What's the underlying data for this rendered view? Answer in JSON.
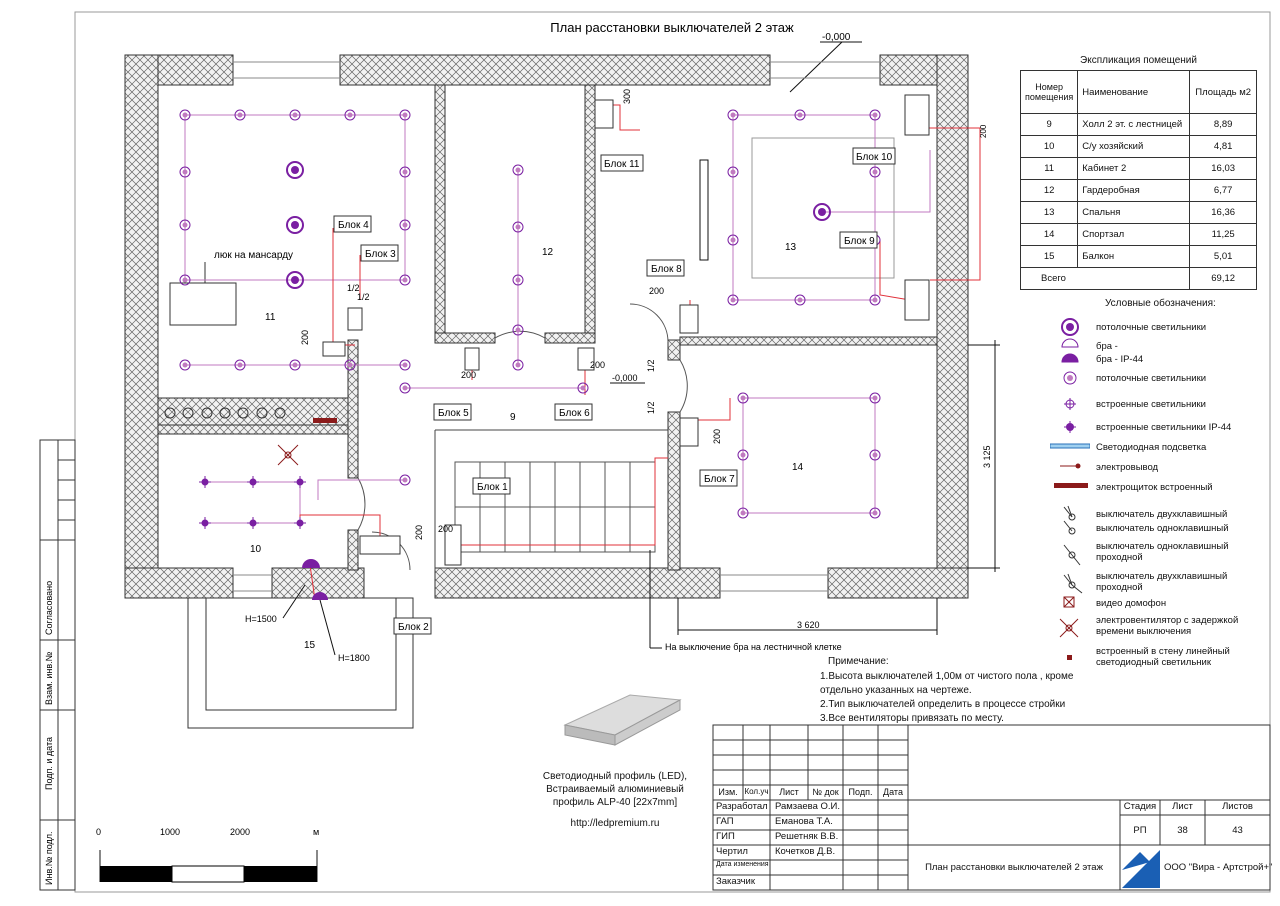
{
  "title": "План расстановки выключателей 2 этаж",
  "level_mark": "-0,000",
  "level_mark2": "-0,000",
  "rooms": {
    "r9": "9",
    "r10": "10",
    "r11": "11",
    "r12": "12",
    "r13": "13",
    "r14": "14",
    "r15": "15"
  },
  "blocks": [
    "Блок 1",
    "Блок 2",
    "Блок 3",
    "Блок 4",
    "Блок 5",
    "Блок 6",
    "Блок 7",
    "Блок 8",
    "Блок 9",
    "Блок 10",
    "Блок 11"
  ],
  "plan_labels": {
    "attic_hatch": "люк на мансарду",
    "h1500": "H=1500",
    "h1800": "H=1800",
    "sconce_note": "На выключение бра на лестничной клетке",
    "dim_3125": "3 125",
    "dim_3620": "3 620",
    "d200a": "200",
    "d200b": "200",
    "d200c": "200",
    "d200d": "200",
    "d200e": "200",
    "d200f": "200",
    "d200g": "200",
    "d300": "300",
    "half_a": "1/2",
    "half_b": "1/2",
    "half_c": "1/2",
    "half_d": "1/2"
  },
  "explication": {
    "title": "Экспликация помещений",
    "headers": [
      "Номер помещения",
      "Наименование",
      "Площадь м2"
    ],
    "rows": [
      {
        "num": "9",
        "name": "Холл 2 эт. с лестницей",
        "area": "8,89"
      },
      {
        "num": "10",
        "name": "С/у хозяйский",
        "area": "4,81"
      },
      {
        "num": "11",
        "name": "Кабинет 2",
        "area": "16,03"
      },
      {
        "num": "12",
        "name": "Гардеробная",
        "area": "6,77"
      },
      {
        "num": "13",
        "name": "Спальня",
        "area": "16,36"
      },
      {
        "num": "14",
        "name": "Спортзал",
        "area": "11,25"
      },
      {
        "num": "15",
        "name": "Балкон",
        "area": "5,01"
      }
    ],
    "total_label": "Всего",
    "total_value": "69,12"
  },
  "legend": {
    "title": "Условные обозначения:",
    "items": [
      {
        "icon": "ceiling-light-large-icon",
        "label": "потолочные светильники"
      },
      {
        "icon": "sconce-icon",
        "label": "бра -"
      },
      {
        "icon": "sconce-ip44-icon",
        "label": "бра -  IP-44"
      },
      {
        "icon": "ceiling-light-icon",
        "label": "потолочные светильники"
      },
      {
        "icon": "recessed-light-icon",
        "label": "встроенные светильники"
      },
      {
        "icon": "recessed-light-ip44-icon",
        "label": "встроенные светильники IP-44"
      },
      {
        "icon": "led-strip-icon",
        "label": "Светодиодная подсветка"
      },
      {
        "icon": "power-outlet-icon",
        "label": "электровывод"
      },
      {
        "icon": "panel-icon",
        "label": "электрощиток встроенный"
      },
      {
        "icon": "switch-double-icon",
        "label": "выключатель двухклавишный"
      },
      {
        "icon": "switch-single-icon",
        "label": "выключатель  одноклавишный"
      },
      {
        "icon": "switch-single-pass-icon",
        "label": "выключатель  одноклавишный проходной"
      },
      {
        "icon": "switch-double-pass-icon",
        "label": "выключатель  двухклавишный проходной"
      },
      {
        "icon": "intercom-icon",
        "label": "видео домофон"
      },
      {
        "icon": "fan-icon",
        "label": "электровентилятор с задержкой времени выключения"
      },
      {
        "icon": "wall-led-icon",
        "label": "встроенный в стену линейный светодиодный светильник"
      }
    ]
  },
  "notes": {
    "title": "Примечание:",
    "lines": [
      "1.Высота выключателей 1,00м от   чистого пола , кроме",
      "отдельно указанных на чертеже.",
      "2.Тип выключателей определить в процессе стройки",
      "3.Все вентиляторы привязать по месту."
    ]
  },
  "profile": {
    "lines": [
      "Светодиодный профиль (LED),",
      "Встраиваемый алюминиевый",
      "профиль ALP-40 [22x7mm]"
    ],
    "url": "http://ledpremium.ru"
  },
  "scale": {
    "s0": "0",
    "s1": "1000",
    "s2": "2000",
    "unit": "м"
  },
  "side_stamp": [
    "Инв.№ подл.",
    "Подп. и дата",
    "Взам. инв.№",
    "Согласовано"
  ],
  "title_block": {
    "col_headers": [
      "Изм.",
      "Кол.уч",
      "Лист",
      "№ док",
      "Подп.",
      "Дата"
    ],
    "roles": [
      {
        "role": "Разработал",
        "name": "Рамзаева О.И."
      },
      {
        "role": "ГАП",
        "name": "Еманова Т.А."
      },
      {
        "role": "ГИП",
        "name": "Решетняк В.В."
      },
      {
        "role": "Чертил",
        "name": "Кочетков Д.В."
      },
      {
        "role": "Дата изменения",
        "name": ""
      },
      {
        "role": "Заказчик",
        "name": ""
      }
    ],
    "stage_header": "Стадия",
    "sheet_header": "Лист",
    "sheets_header": "Листов",
    "stage": "РП",
    "sheet": "38",
    "sheets": "43",
    "drawing_title": "План расстановки выключателей 2 этаж",
    "company": "ООО \"Вира - Артстрой+\""
  },
  "colors": {
    "light": "#7a1fa2",
    "wire": "#e0303a",
    "wall": "#333333",
    "panel": "#8b1a1a",
    "led": "#5aa0d8"
  }
}
